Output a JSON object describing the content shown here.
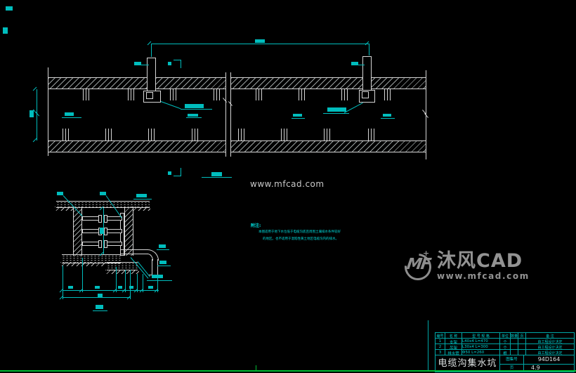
{
  "colors": {
    "background": "#000000",
    "drawing_line": "#d6d6d6",
    "annotation_cyan": "#00bdbd",
    "table_teal": "#00a6a6",
    "frame_green": "#00bb33",
    "watermark_gray": "#8d8d8d"
  },
  "watermark": {
    "center": "www.mfcad.com"
  },
  "logo": {
    "mf": "MF",
    "name": "沐风CAD",
    "url": "www.mfcad.com",
    "spark": "+"
  },
  "notes": {
    "title": "附注:",
    "line1": "本图适用于地下水位低于电缆沟底且周围土壤排水条件较好",
    "line2": "的地区。也不适用于湿陷性黄土地区电缆沟内的排水。"
  },
  "title_block": {
    "headers": [
      "编号",
      "名 称",
      "型 号 规 格",
      "单位",
      "数量",
      "页",
      "备 注"
    ],
    "rows": [
      {
        "no": "1",
        "name": "支架",
        "spec": "L40x4  L=470",
        "unit": "个",
        "qty": "",
        "page": "",
        "remark": "由工程设计决定"
      },
      {
        "no": "2",
        "name": "吊架",
        "spec": "L30x4  L=300",
        "unit": "个",
        "qty": "",
        "page": "",
        "remark": "由工程设计决定"
      },
      {
        "no": "3",
        "name": "排水管",
        "spec": "Φ50  L=260",
        "unit": "根",
        "qty": "",
        "page": "",
        "remark": "由工程设计决定"
      }
    ],
    "title": "电缆沟集水坑",
    "atlas_label": "图集号",
    "atlas_value": "94D164",
    "page_label": "页",
    "page_value": "4.9"
  }
}
